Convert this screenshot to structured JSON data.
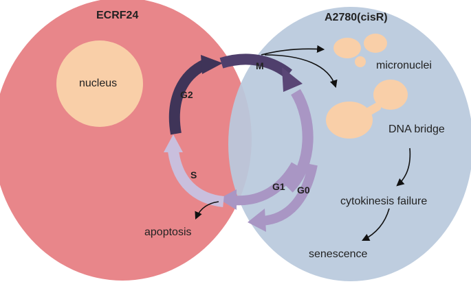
{
  "cells": {
    "left": {
      "title": "ECRF24",
      "color": "#e8868a"
    },
    "right": {
      "title": "A2780(cisR)",
      "color": "#b9c9dd"
    }
  },
  "nucleus": {
    "label": "nucleus",
    "color": "#f9cfa8"
  },
  "cycle": {
    "phases": {
      "m": "M",
      "g2": "G2",
      "s": "S",
      "g1": "G1",
      "g0": "G0"
    },
    "colors": {
      "dark": "#3f3458",
      "mid": "#5a4676",
      "light": "#a996c4",
      "pale": "#c9bfdd"
    }
  },
  "outcomes": {
    "micronuclei": "micronuclei",
    "dna_bridge": "DNA bridge",
    "cytokinesis_failure": "cytokinesis failure",
    "senescence": "senescence",
    "apoptosis": "apoptosis"
  }
}
